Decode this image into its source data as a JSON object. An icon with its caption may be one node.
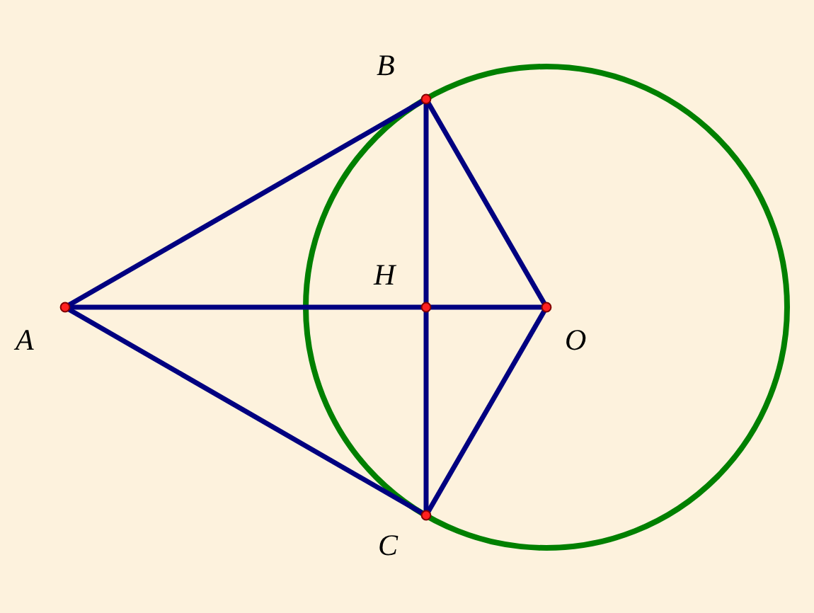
{
  "diagram": {
    "nodes": [
      {
        "text": [
          "B"
        ]
      },
      {
        "text": [
          "H"
        ]
      },
      {
        "text": [
          "A"
        ]
      },
      {
        "text": [
          "O"
        ]
      },
      {
        "text": [
          "C"
        ]
      }
    ],
    "edges": [
      {
        "from": 2,
        "to": 0,
        "arrow": "none"
      },
      {
        "from": 2,
        "to": 4,
        "arrow": "none"
      },
      {
        "from": 2,
        "to": 1,
        "arrow": "none"
      },
      {
        "from": 1,
        "to": 3,
        "arrow": "none"
      },
      {
        "from": 0,
        "to": 1,
        "arrow": "none"
      },
      {
        "from": 1,
        "to": 4,
        "arrow": "none"
      },
      {
        "from": 0,
        "to": 3,
        "arrow": "none"
      },
      {
        "from": 4,
        "to": 3,
        "arrow": "none"
      }
    ]
  }
}
